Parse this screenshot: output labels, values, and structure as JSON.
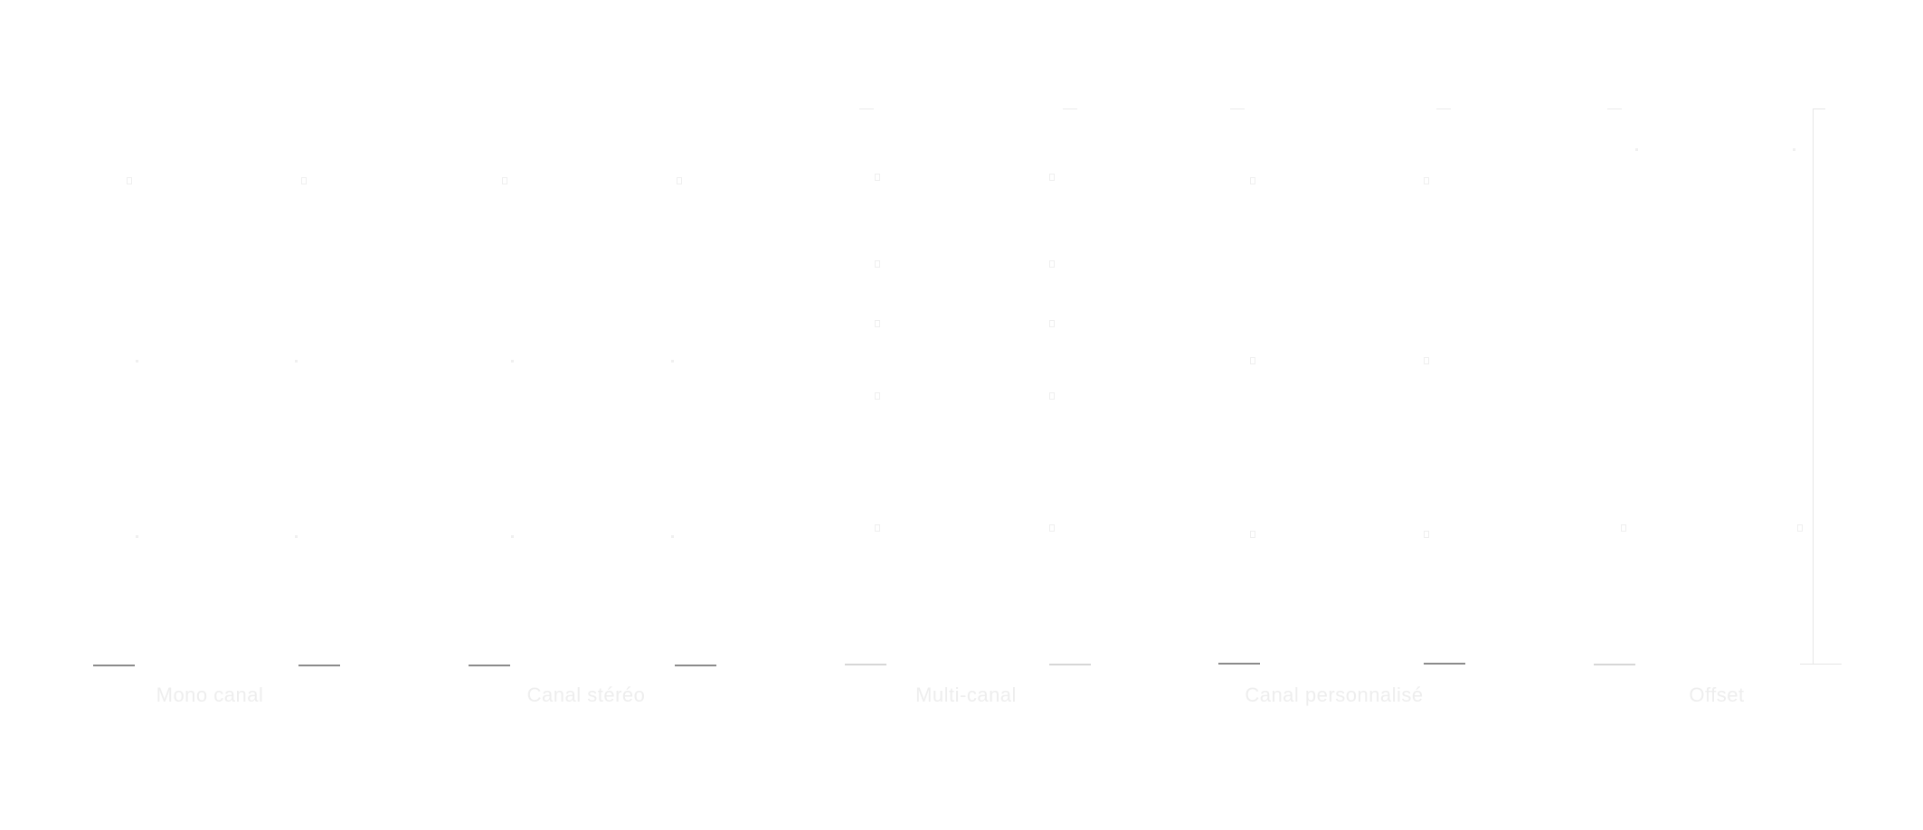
{
  "panels": [
    {
      "label": "Mono canal",
      "id": "mono"
    },
    {
      "label": "Canal stéréo",
      "id": "stereo"
    },
    {
      "label": "Multi-canal",
      "id": "multi"
    },
    {
      "label": "Canal personnalisé",
      "id": "custom"
    },
    {
      "label": "Offset",
      "id": "offset"
    }
  ],
  "colors": {
    "background": "#ffffff",
    "faint_mark": "#efefef",
    "dark_tick": "#8a8a8a"
  }
}
